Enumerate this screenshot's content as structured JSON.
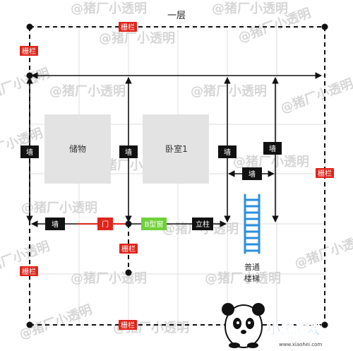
{
  "title": "一层",
  "rooms": {
    "storage": "储物",
    "bedroom": "卧室1"
  },
  "labels": {
    "railing": "栅栏",
    "wall": "墙",
    "door": "门",
    "window_b": "B型窗",
    "pillar": "立柱"
  },
  "stairs": {
    "line1": "普通",
    "line2": "楼梯"
  },
  "watermark": "@猪厂小透明",
  "logo": {
    "brand": "小黑游戏",
    "url": "www.xiaohei.com"
  },
  "colors": {
    "red": "#e0241b",
    "black": "#111111",
    "green": "#6fd13a",
    "stairs": "#2a8fe0",
    "room": "#e3e3e3",
    "grid": "#dedede"
  }
}
